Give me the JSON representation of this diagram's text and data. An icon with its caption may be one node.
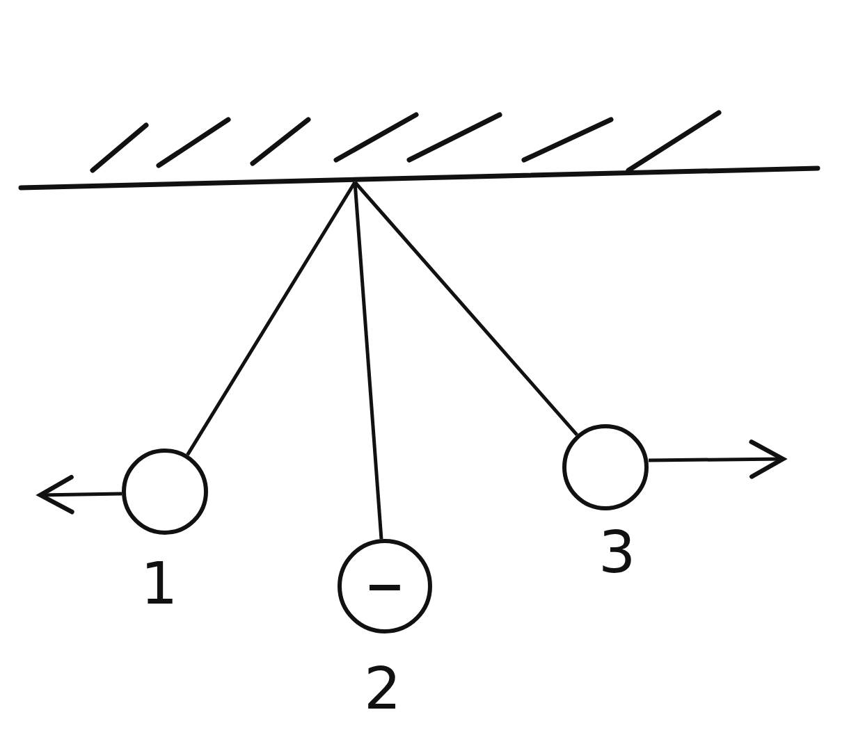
{
  "diagram": {
    "nodes": [
      {
        "text": [],
        "shape": "bar"
      },
      {
        "text": [],
        "shape": "circle",
        "beside": [
          "1"
        ]
      },
      {
        "text": [
          "−"
        ],
        "beside": [
          "2"
        ]
      },
      {
        "text": [],
        "shape": "circle",
        "beside": [
          "3"
        ]
      }
    ],
    "edges": [
      {
        "from": 0,
        "to": 1,
        "arrow": "none"
      },
      {
        "from": 0,
        "to": 2,
        "arrow": "none"
      },
      {
        "from": 0,
        "to": 3,
        "arrow": "none"
      }
    ]
  }
}
